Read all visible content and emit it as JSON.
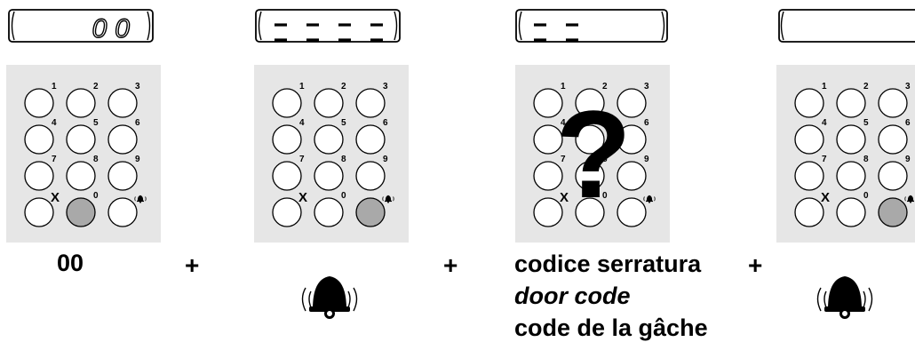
{
  "steps": [
    {
      "display": "00",
      "pressed_key": "0"
    },
    {
      "display": "- - - -",
      "pressed_key": "bell"
    },
    {
      "display": "- -",
      "pressed_key": "?"
    },
    {
      "display": "",
      "pressed_key": "bell"
    }
  ],
  "keypad": {
    "numbers": [
      "1",
      "2",
      "3",
      "4",
      "5",
      "6",
      "7",
      "8",
      "9"
    ],
    "clear": "X",
    "zero": "0",
    "bell_icon": "bell-icon"
  },
  "sequence": {
    "first": "00",
    "plus": "+",
    "door_code": {
      "it": "codice serratura",
      "en": "door code",
      "fr": "code  de la gâche"
    }
  },
  "colors": {
    "keypad_bg": "#e6e6e6",
    "pressed_key": "#a9a9a9",
    "key": "#ffffff",
    "ink": "#000000"
  }
}
